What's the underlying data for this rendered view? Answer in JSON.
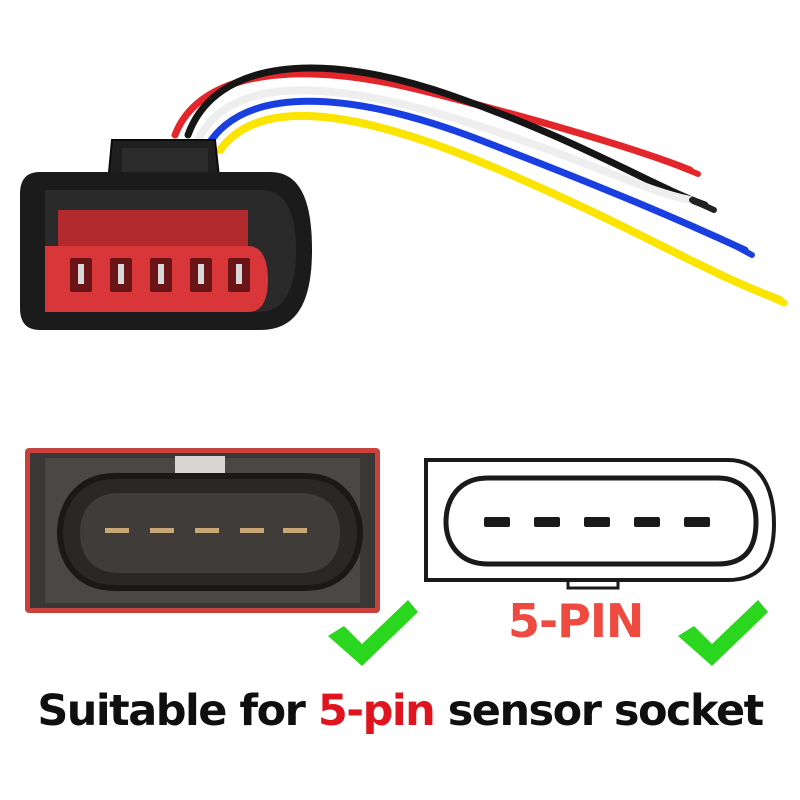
{
  "pin_label": "5-PIN",
  "caption": {
    "prefix": "Suitable for ",
    "highlight": "5-pin",
    "suffix": " sensor socket"
  },
  "colors": {
    "highlight": "#e0141e",
    "pin_label": "#ee4a40",
    "check": "#2bd61e",
    "connector_body": "#1c1c1c",
    "connector_face": "#d9363a"
  },
  "wires": [
    "red",
    "black",
    "white",
    "blue",
    "yellow"
  ],
  "icons": [
    "check-mark-icon",
    "check-mark-icon"
  ]
}
